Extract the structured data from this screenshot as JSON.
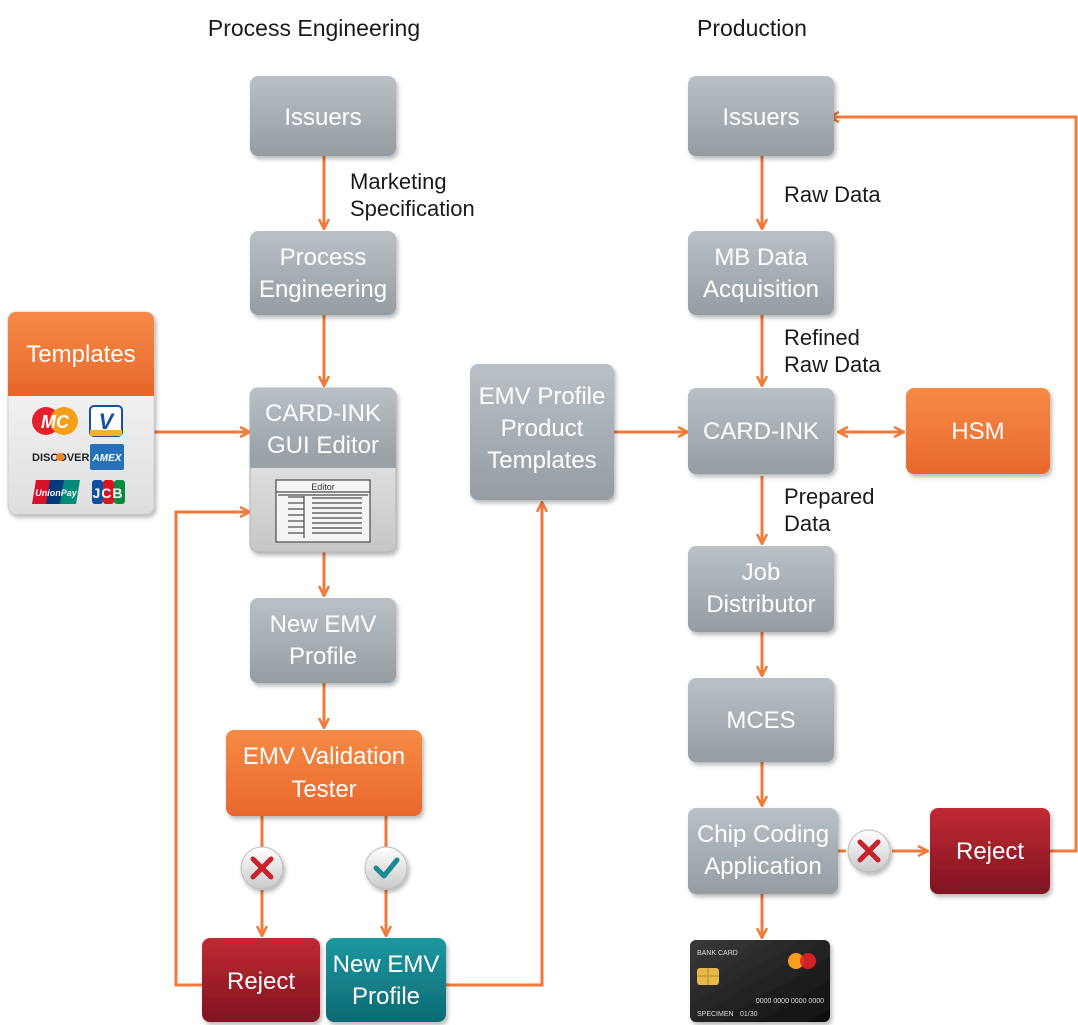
{
  "headers": {
    "left": "Process Engineering",
    "right": "Production"
  },
  "boxes": {
    "issuers_left": [
      "Issuers"
    ],
    "process_engineering": [
      "Process",
      "Engineering"
    ],
    "templates": [
      "Templates"
    ],
    "gui_editor": [
      "CARD-INK",
      "GUI Editor"
    ],
    "editor_tab": "Editor",
    "new_emv_profile_1": [
      "New EMV",
      "Profile"
    ],
    "emv_validation_tester": [
      "EMV Validation",
      "Tester"
    ],
    "reject_left": [
      "Reject"
    ],
    "new_emv_profile_2": [
      "New EMV",
      "Profile"
    ],
    "emv_profile_templates": [
      "EMV Profile",
      "Product",
      "Templates"
    ],
    "issuers_right": [
      "Issuers"
    ],
    "mb_data_acquisition": [
      "MB Data",
      "Acquisition"
    ],
    "card_ink": [
      "CARD-INK"
    ],
    "hsm": [
      "HSM"
    ],
    "job_distributor": [
      "Job",
      "Distributor"
    ],
    "mces": [
      "MCES"
    ],
    "chip_coding_application": [
      "Chip Coding",
      "Application"
    ],
    "reject_right": [
      "Reject"
    ]
  },
  "labels": {
    "marketing_spec": [
      "Marketing",
      "Specification"
    ],
    "raw_data": [
      "Raw Data"
    ],
    "refined_raw_data": [
      "Refined",
      "Raw Data"
    ],
    "prepared_data": [
      "Prepared",
      "Data"
    ]
  },
  "logos": {
    "mc": "MC",
    "visa": "V",
    "discover": "DISCOVER",
    "amex": "AMEX",
    "unionpay": "UnionPay",
    "jcb": "JCB"
  },
  "bank_card": {
    "title": "BANK CARD",
    "number": "0000 0000 0000 0000",
    "holder": "SPECIMEN",
    "expiry": "01/30"
  },
  "colors": {
    "gray": "#a9b0b6",
    "orange": "#f07a3a",
    "red": "#a8202c",
    "teal": "#137f89",
    "arrow": "#f07a3a"
  }
}
